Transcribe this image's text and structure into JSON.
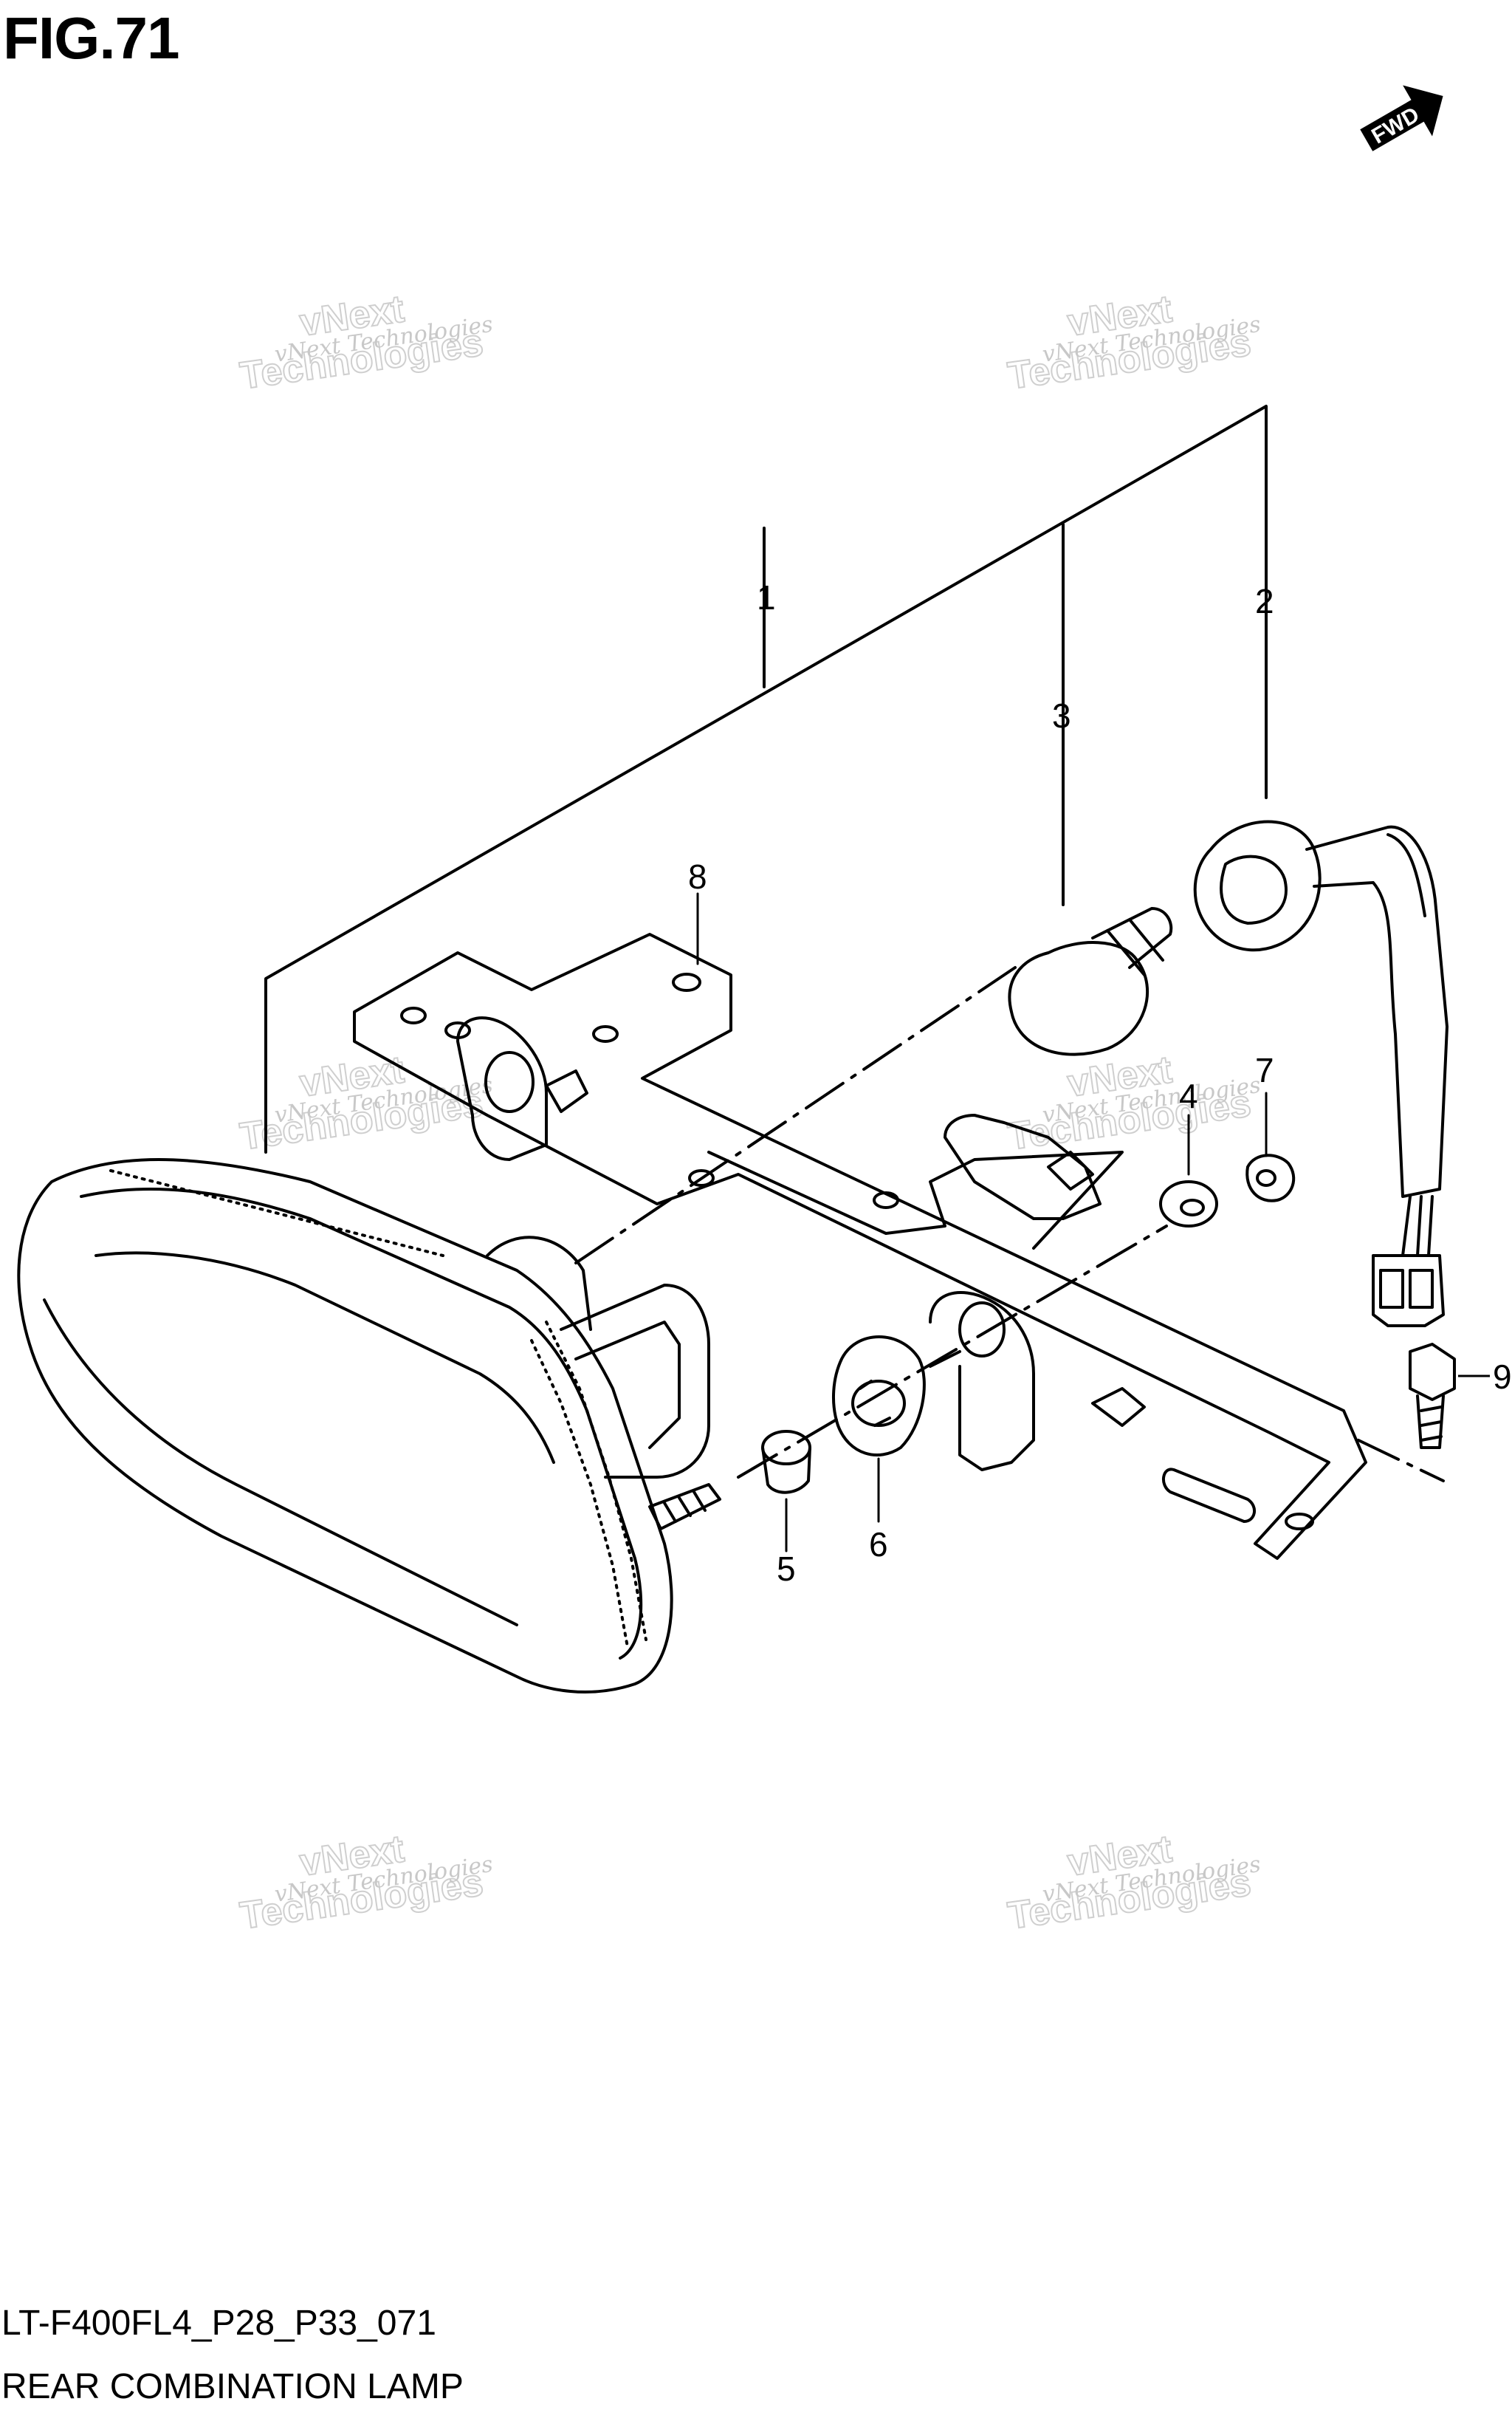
{
  "figure": {
    "title": "FIG.71",
    "code": "LT-F400FL4_P28_P33_071",
    "name": "REAR COMBINATION LAMP"
  },
  "direction_badge": "FWD",
  "watermark": {
    "line1": "vNext Technologies",
    "line2": "Technologies",
    "line3": "vNext"
  },
  "callouts": [
    "1",
    "2",
    "3",
    "4",
    "5",
    "6",
    "7",
    "8",
    "9"
  ]
}
